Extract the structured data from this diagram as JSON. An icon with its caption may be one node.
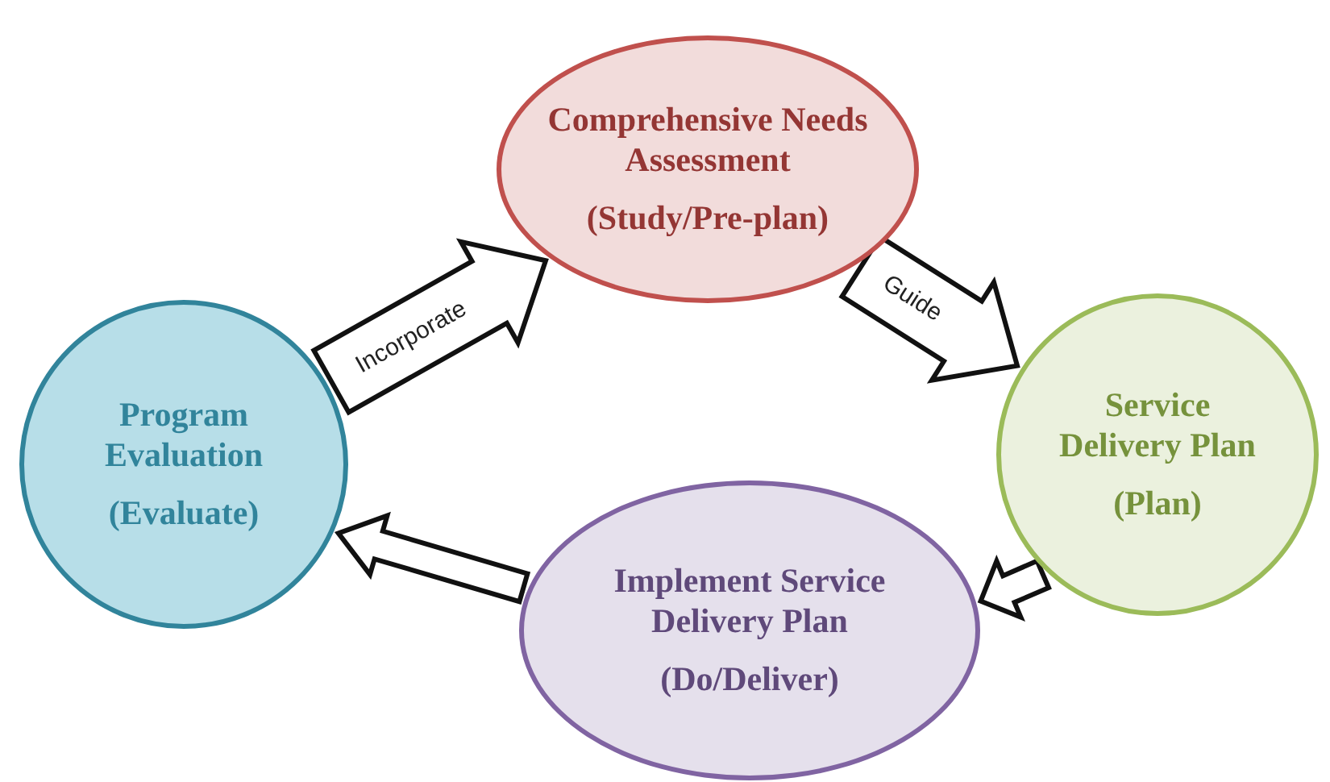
{
  "diagram": {
    "nodes": [
      {
        "text": [
          "Comprehensive Needs Assessment",
          "(Study/Pre-plan)"
        ]
      },
      {
        "text": [
          "Service Delivery Plan",
          "(Plan)"
        ]
      },
      {
        "text": [
          "Implement Service Delivery Plan",
          "(Do/Deliver)"
        ]
      },
      {
        "text": [
          "Program Evaluation",
          "(Evaluate)"
        ]
      }
    ],
    "edges": [
      {
        "from": 3,
        "to": 0,
        "arrow": "to",
        "label": "Incorporate"
      },
      {
        "from": 0,
        "to": 1,
        "arrow": "to",
        "label": "Guide"
      },
      {
        "from": 1,
        "to": 2,
        "arrow": "to"
      },
      {
        "from": 2,
        "to": 3,
        "arrow": "to"
      }
    ]
  }
}
